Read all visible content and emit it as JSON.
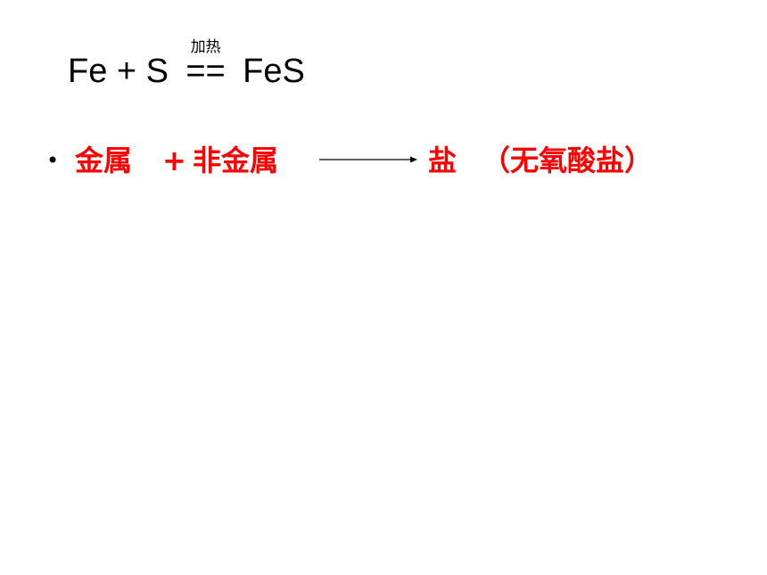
{
  "equation": {
    "reactants": "Fe + S",
    "sign": "==",
    "condition": "加热",
    "product": "FeS"
  },
  "rule": {
    "bullet": "•",
    "metal": "金属",
    "plus": "+",
    "nonmetal": "非金属",
    "arrow_icon": "right-arrow-icon",
    "salt": "盐",
    "note": "（无氧酸盐）"
  },
  "colors": {
    "rule_text": "#ff0000",
    "equation_text": "#000000"
  }
}
